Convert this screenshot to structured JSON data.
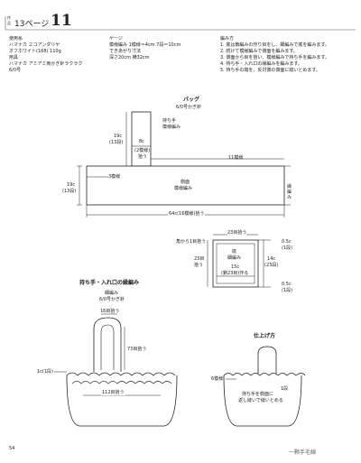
{
  "header": {
    "side_kana": "作品",
    "page_ref": "13ページ",
    "number": "11"
  },
  "materials": {
    "title": "使用糸",
    "yarn": "ハマナカ エコアンダリヤ",
    "color": "オフホワイト(168) 110g",
    "tools_title": "用具",
    "hook": "ハマナカ アミアミ両かぎ針ラクラク",
    "hook_size": "6/0号"
  },
  "gauge": {
    "title": "ゲージ",
    "line1": "模様編み 1模様＝4cm 7段＝10cm",
    "size_title": "できあがり寸法",
    "size": "深さ20cm 横32cm"
  },
  "method": {
    "title": "編み方",
    "steps": [
      "1. 底は鎖編みの作り目をし、細編みで底を編みます。",
      "2. 続けて模様編みで側面を編みます。",
      "3. 側面から目を拾い、模様編みで持ち手を編みます。",
      "4. 持ち手・入れ口の縁編みを編みます。",
      "5. 持ち手の端を、反対側の側面に縫いとめます。"
    ]
  },
  "diagram_bag": {
    "title": "バッグ",
    "hook": "6/0号かぎ針",
    "handle_label": "持ち手",
    "handle_pattern": "模様編み",
    "handle_height": "19c",
    "handle_rows": "(13段)",
    "handle_8c": "8c",
    "handle_8c_sub": "(2模様)",
    "pickup": "拾う",
    "side_pattern_count": "11模様",
    "three_patterns": "3模様",
    "side_title": "側面",
    "side_pattern": "模様編み",
    "side_height": "19c",
    "side_rows": "(13段)",
    "edge": "縁編み",
    "side_bottom": "64c(16模様)拾う",
    "bottom_top": "23目拾う",
    "corner_pick": "角から1目拾う",
    "bottom_title": "底",
    "bottom_stitch": "細編み",
    "bottom_left": "23目",
    "bottom_left_sub": "拾う",
    "bottom_center": "15c",
    "bottom_center_sub": "(鎖23目)作る",
    "bottom_right": "14c",
    "bottom_right_sub": "(23段)",
    "half_c_top": "0.5c",
    "half_c_top_sub": "(1段)",
    "half_c_bottom": "0.5c",
    "half_c_bottom_sub": "(1段)"
  },
  "diagram_edge": {
    "title": "持ち手・入れ口の縁編み",
    "stitch": "細編み",
    "hook": "6/0号かぎ針",
    "handle_top": "16目拾う",
    "handle_side": "73目拾う",
    "left": "1c(1段)",
    "bottom": "112目拾う"
  },
  "diagram_finish": {
    "title": "仕上げ方",
    "six_patterns": "6模様",
    "one_row": "1段",
    "note1": "持ち手を側面に",
    "note2": "返し縫いで縫いとめる"
  },
  "footer": {
    "page_number": "54",
    "watermark": "一颗手毛線"
  }
}
